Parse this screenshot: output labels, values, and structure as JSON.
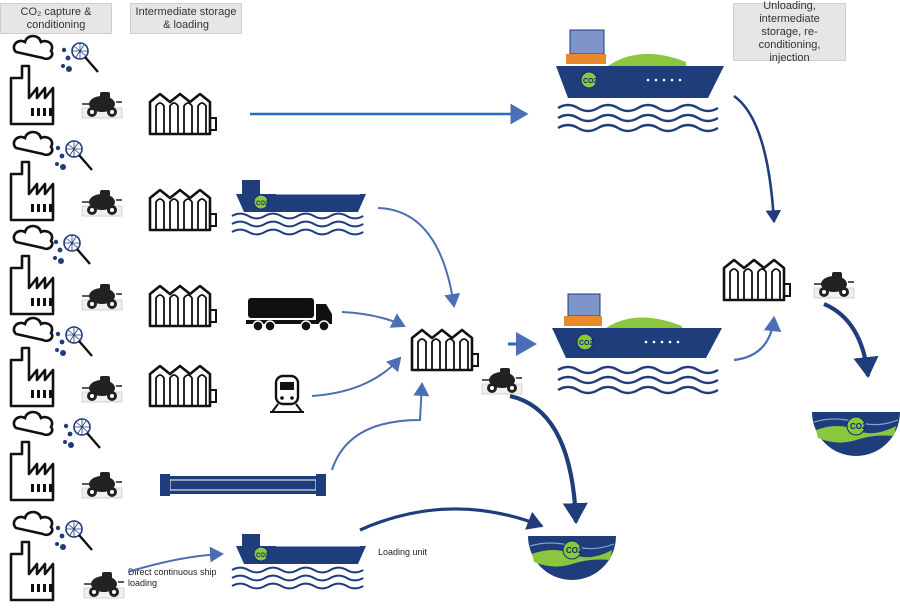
{
  "headers": {
    "capture": "CO₂ capture & conditioning",
    "storage": "Intermediate storage & loading",
    "unloading": "Unloading, intermediate storage, re-conditioning, injection"
  },
  "labels": {
    "direct_loading": "Direct continuous ship loading",
    "loading_unit": "Loading unit",
    "co2_badge": "CO2"
  },
  "colors": {
    "navy": "#1f3d7a",
    "arrow_blue": "#4a6fb5",
    "bright_arrow": "#1f6fc0",
    "green": "#8cc63f",
    "orange": "#e8892c",
    "ink": "#111111"
  },
  "icons": [
    "factory-icon",
    "capture-net-icon",
    "compressor-icon",
    "storage-tank-icon",
    "ship-icon",
    "barge-icon",
    "truck-icon",
    "train-icon",
    "pipeline-icon",
    "storage-reservoir-icon"
  ]
}
